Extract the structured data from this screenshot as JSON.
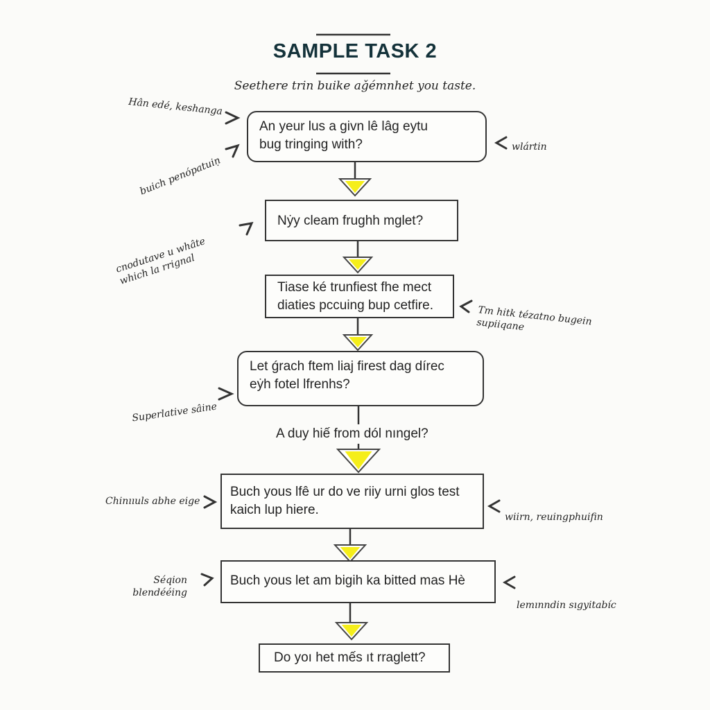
{
  "title": "SAMPLE TASK 2",
  "subtitle": "Seethere trin buike aǧémnhet you taste.",
  "colors": {
    "arrow_fill": "#f5ee1a",
    "line": "#333333",
    "title": "#14323a"
  },
  "steps": [
    {
      "text": "An yeur lus a givn lê lâg eytu bug tringing with?",
      "shape": "rounded"
    },
    {
      "text": "Nẏy cleam frughh mglet?",
      "shape": "rect"
    },
    {
      "text": "Tiase ké trunfiest fhe mect diaties pccuing bup cetfire.",
      "shape": "rect"
    },
    {
      "text": "Let ǵrach ftem liaj firest dag dírec eẏh fotel lfrenhs?",
      "shape": "rounded"
    },
    {
      "text": "Buch yous lfê ur do ve riiy urni glos test kaich lup hiere.",
      "shape": "rect"
    },
    {
      "text": "Buch yous let am bigih ka bitted mas Hè",
      "shape": "rect"
    },
    {
      "text": "Do yoı het mếs ıt rraglett?",
      "shape": "rect"
    }
  ],
  "connector_label": "A duy hiế from dól nıngel?",
  "notes": [
    "Hân edé, keshanga",
    "buich penópatuiṇ",
    "wlártin",
    "cnodutave u whâte which la rrignal",
    "Tm hitk tézatno bugein supiiqane",
    "Superlative sâine",
    "Chinııuls abhe eige",
    "wiirn, reuingphuifin",
    "Séqion blendééing",
    "lemınndin sıgyitabíc"
  ]
}
